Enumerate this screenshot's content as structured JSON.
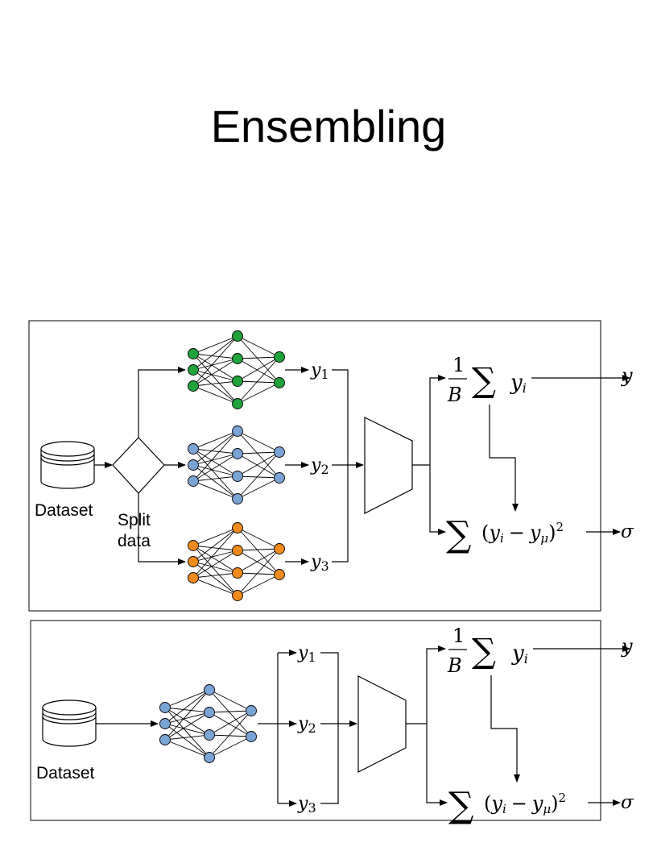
{
  "title": "Ensembling",
  "top_panel": {
    "dataset_label": "Dataset",
    "split_label_line1": "Split",
    "split_label_line2": "data",
    "outputs": [
      "y",
      "y",
      "y"
    ],
    "output_subscripts": [
      "1",
      "2",
      "3"
    ],
    "mean_numerator": "1",
    "mean_denominator": "B",
    "sum_symbol": "∑",
    "mean_term": "y",
    "mean_term_sub": "i",
    "var_term_open": "(",
    "var_term_a": "y",
    "var_term_a_sub": "i",
    "var_term_minus": "−",
    "var_term_b": "y",
    "var_term_b_sub": "μ",
    "var_term_close": ")",
    "var_term_power": "2",
    "result_mean": "y",
    "result_std": "σ",
    "network_colors": [
      "#1fa33a",
      "#7aa3d6",
      "#f08a1c"
    ]
  },
  "bottom_panel": {
    "dataset_label": "Dataset",
    "outputs": [
      "y",
      "y",
      "y"
    ],
    "output_subscripts": [
      "1",
      "2",
      "3"
    ],
    "mean_numerator": "1",
    "mean_denominator": "B",
    "sum_symbol": "∑",
    "mean_term": "y",
    "mean_term_sub": "i",
    "var_term_open": "(",
    "var_term_a": "y",
    "var_term_a_sub": "i",
    "var_term_minus": "−",
    "var_term_b": "y",
    "var_term_b_sub": "μ",
    "var_term_close": ")",
    "var_term_power": "2",
    "result_mean": "y",
    "result_std": "σ",
    "network_color": "#7aa3d6"
  }
}
